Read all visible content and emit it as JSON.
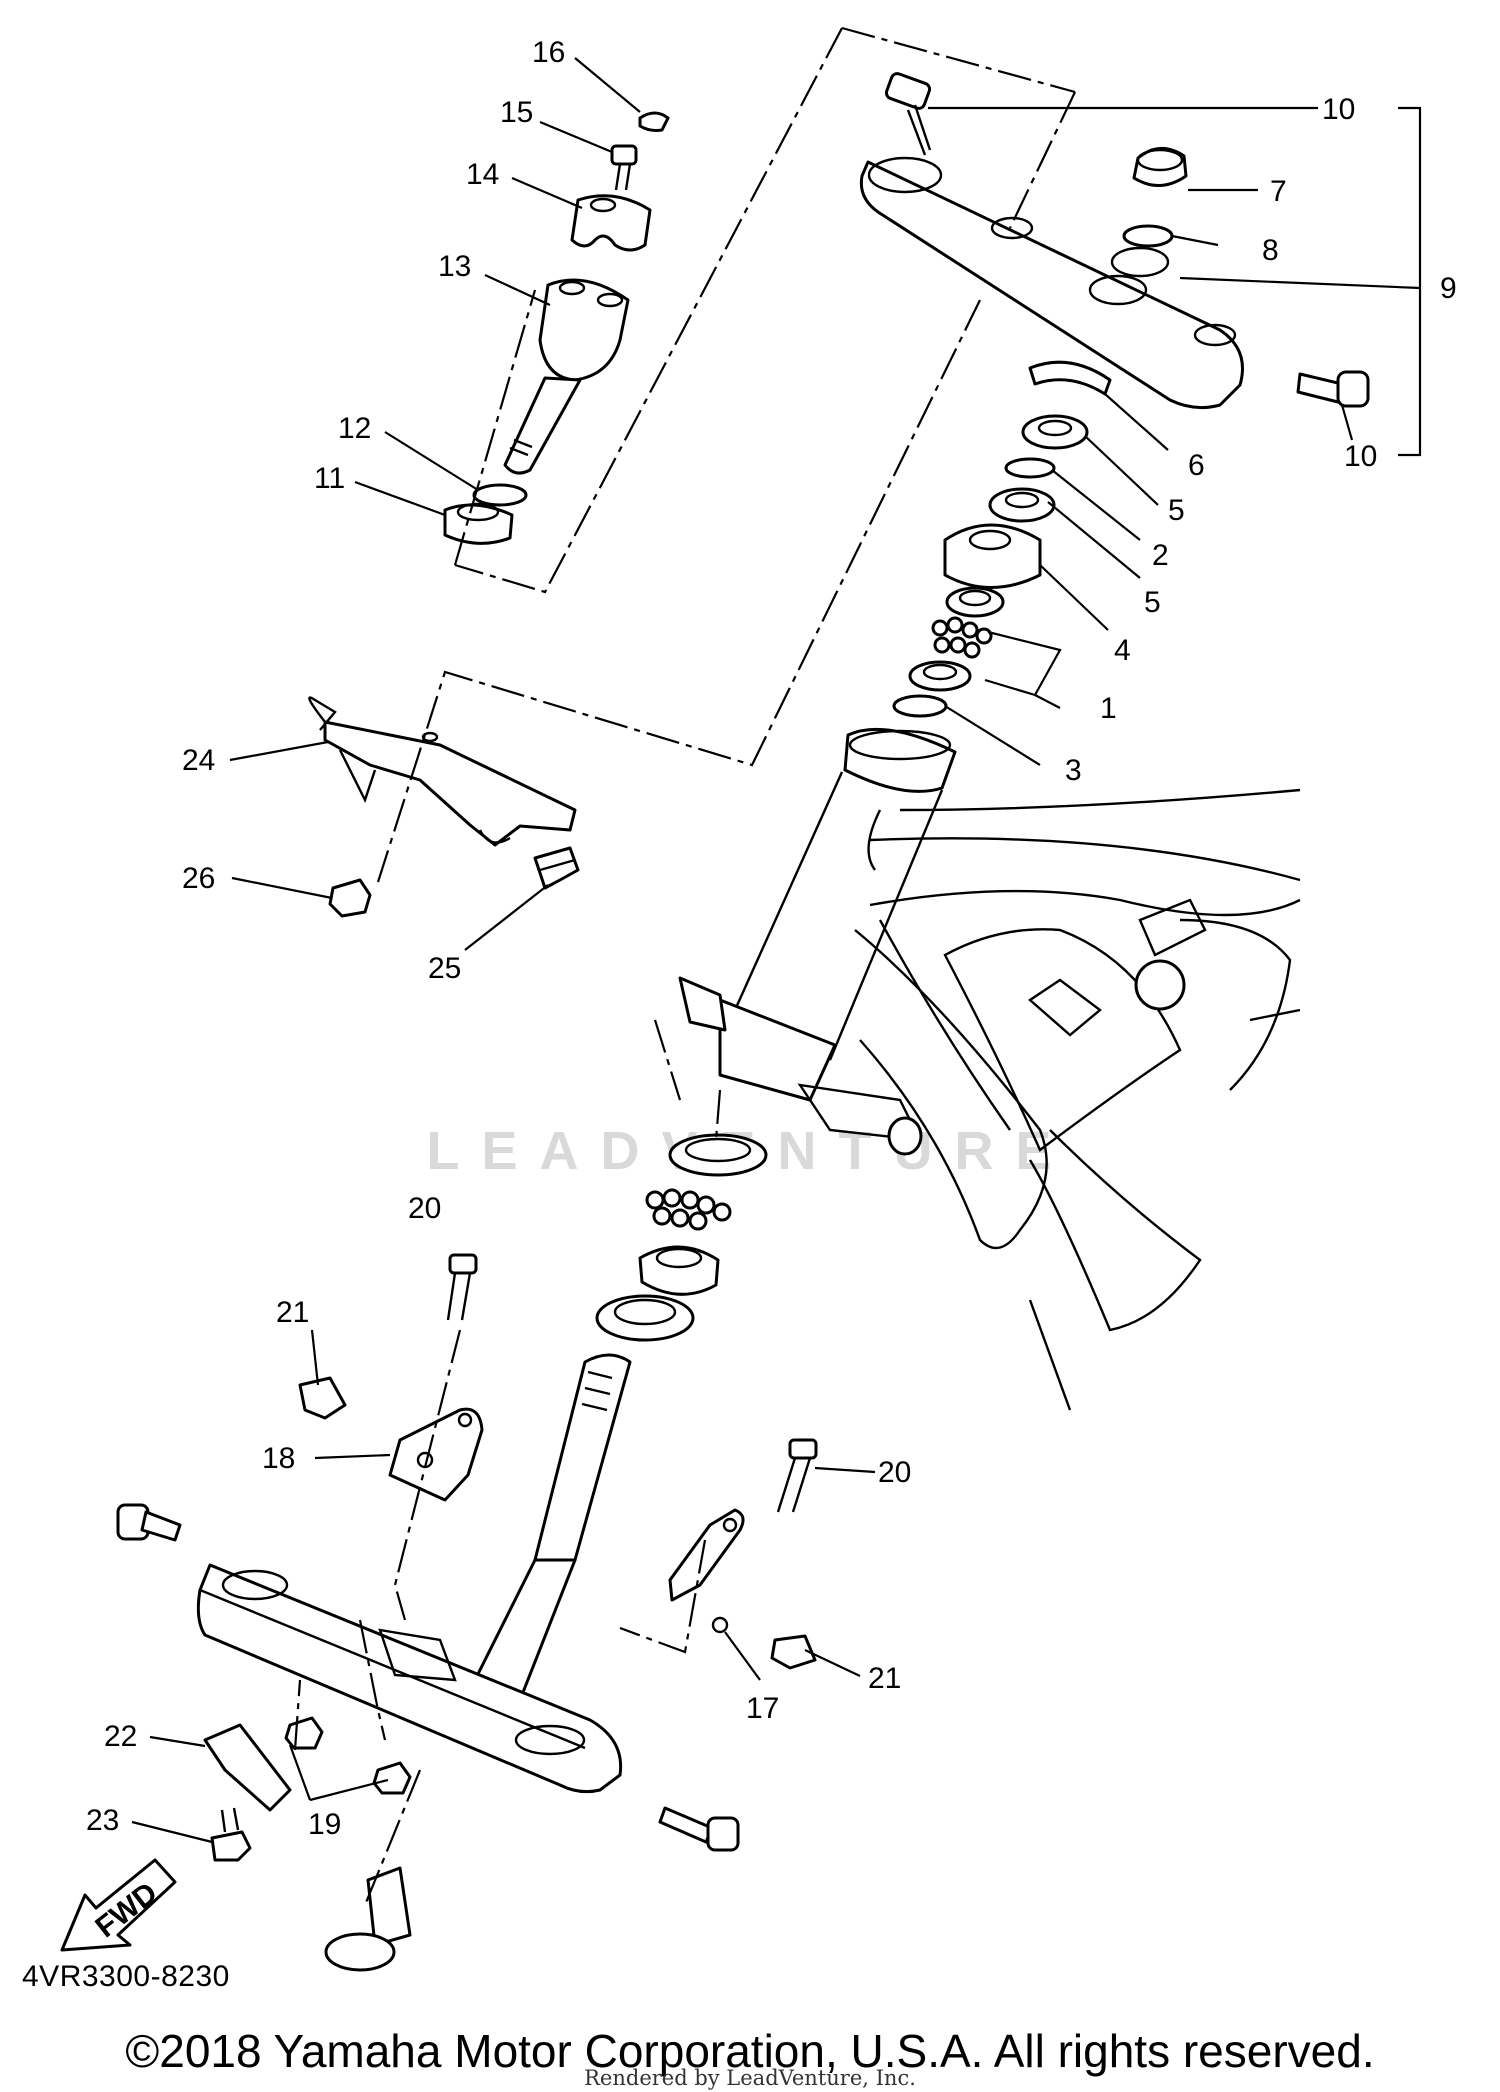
{
  "diagram": {
    "code": "4VR3300-8230",
    "copyright": "©2018 Yamaha Motor Corporation, U.S.A. All rights reserved.",
    "rendered_by": "Rendered by LeadVenture, Inc.",
    "watermark": "LEADVENTURE",
    "fwd_label": "FWD",
    "callouts": [
      "1",
      "2",
      "3",
      "4",
      "5",
      "5",
      "6",
      "7",
      "8",
      "9",
      "10",
      "10",
      "11",
      "12",
      "13",
      "14",
      "15",
      "16",
      "17",
      "18",
      "19",
      "20",
      "20",
      "21",
      "21",
      "22",
      "23",
      "24",
      "25",
      "26"
    ]
  }
}
